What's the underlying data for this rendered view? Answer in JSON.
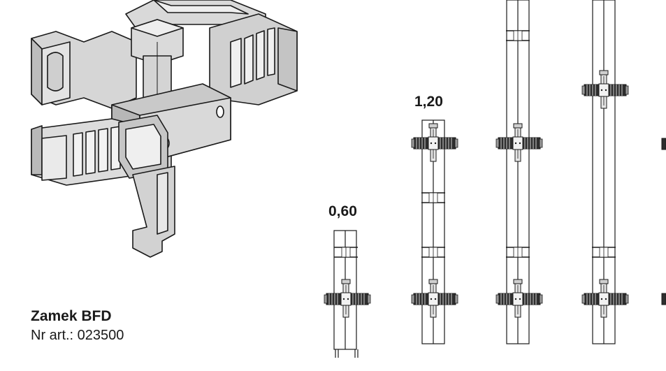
{
  "product": {
    "name": "Zamek BFD",
    "article_number": "Nr art.: 023500"
  },
  "dimensions": {
    "small": "0,60",
    "medium": "1,20"
  },
  "colors": {
    "part_fill": "#d9d9d9",
    "part_shadow": "#b3b3b3",
    "line": "#1a1a1a",
    "clamp_dark": "#3a3a3a"
  }
}
